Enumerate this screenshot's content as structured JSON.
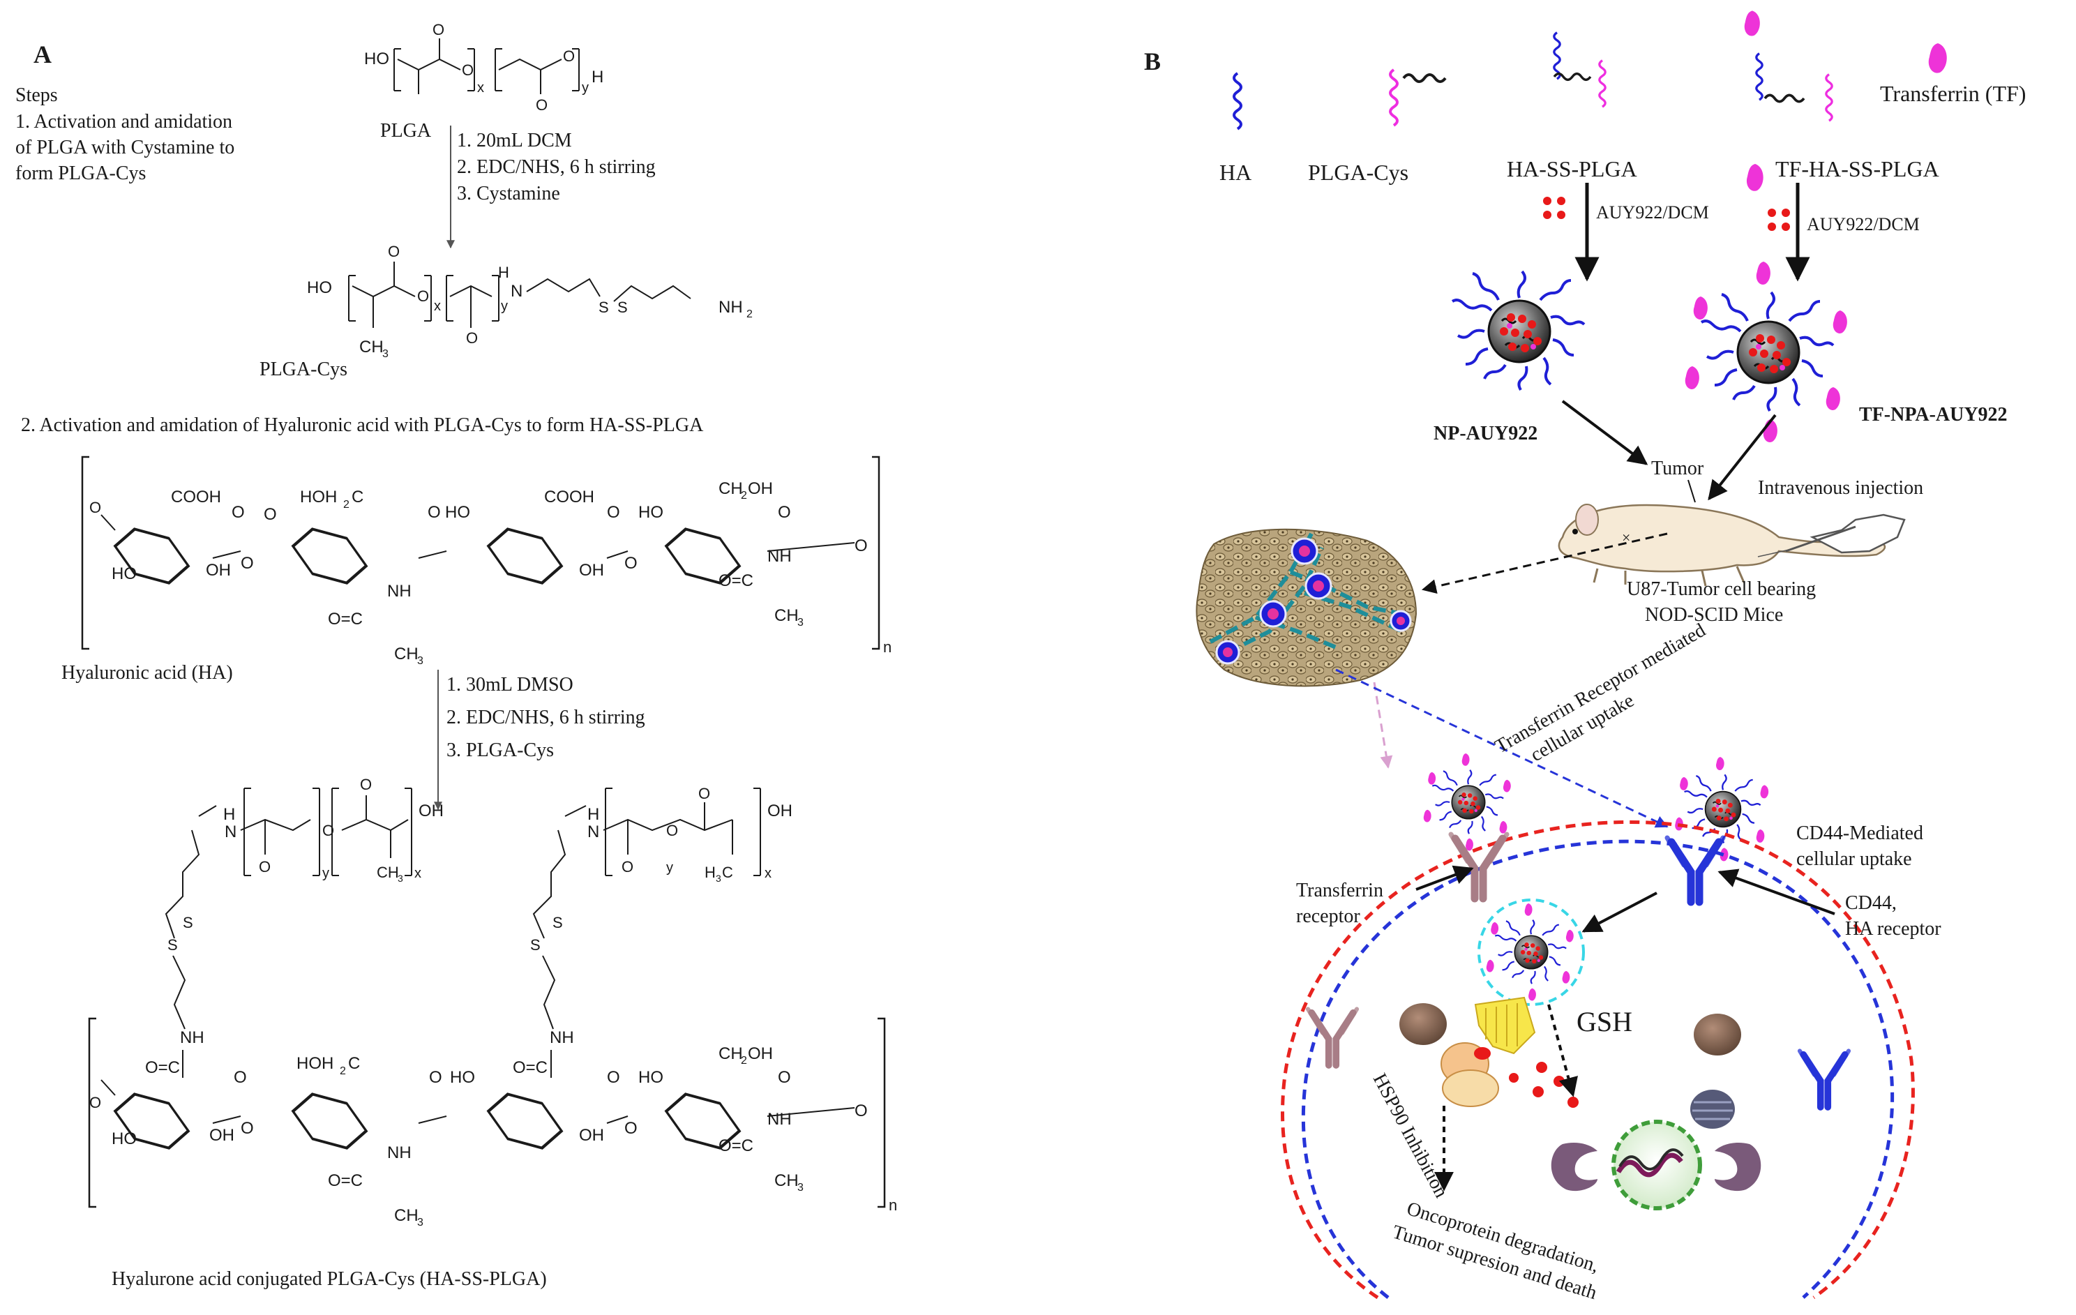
{
  "panel_a": {
    "label": "A",
    "steps_heading": "Steps",
    "step1_lines": [
      "1. Activation and amidation",
      "of PLGA with Cystamine to",
      " form PLGA-Cys"
    ],
    "plga_label": "PLGA",
    "reaction1": [
      "1. 20mL DCM",
      "2. EDC/NHS, 6 h stirring",
      "3. Cystamine"
    ],
    "plga_cys_label": "PLGA-Cys",
    "step2_text": "2. Activation and amidation of Hyaluronic acid with PLGA-Cys to form HA-SS-PLGA",
    "ha_label": "Hyaluronic acid (HA)",
    "reaction2": [
      "1. 30mL DMSO",
      "2. EDC/NHS, 6 h stirring",
      "3. PLGA-Cys"
    ],
    "product_label": "Hyalurone acid conjugated PLGA-Cys (HA-SS-PLGA)",
    "chem": {
      "ho": "HO",
      "oh": "OH",
      "o": "O",
      "x": "x",
      "y": "y",
      "h": "H",
      "n": "n",
      "nh": "NH",
      "n_atom": "N",
      "s": "S",
      "nh2": "NH",
      "sub2": "2",
      "ch3": "CH",
      "sub3": "3",
      "cooh": "COOH",
      "hoh2c": "HOH",
      "c": "C",
      "ch2oh": "CH",
      "sub2oh": "2",
      "ohtail": "OH",
      "oc": "O=C",
      "h3c": "H",
      "c3": "C"
    }
  },
  "panel_b": {
    "label": "B",
    "legend": [
      "HA",
      "PLGA-Cys",
      "HA-SS-PLGA",
      "TF-HA-SS-PLGA",
      "Transferrin (TF)"
    ],
    "drug_label": "AUY922/DCM",
    "np1_label": "NP-AUY922",
    "np2_label": "TF-NPA-AUY922",
    "tumor": "Tumor",
    "injection": "Intravenous injection",
    "mouse_caption": [
      "U87-Tumor cell bearing",
      "NOD-SCID Mice"
    ],
    "tf_uptake": [
      "Transferrin Receptor mediated",
      "cellular uptake"
    ],
    "cd44_uptake": [
      "CD44-Mediated",
      "cellular uptake"
    ],
    "tf_receptor": [
      "Transferrin",
      "receptor"
    ],
    "cd44_receptor": [
      "CD44,",
      "HA receptor"
    ],
    "gsh": "GSH",
    "hsp90": "HSP90 Inhibition",
    "outcome": [
      "Oncoprotein degradation,",
      "Tumor supresion and death"
    ]
  },
  "colors": {
    "ha_blue": "#1f1fd6",
    "plga_magenta": "#ee2ee0",
    "drug_red": "#e81919",
    "tf_pink": "#ee33d8",
    "membrane_red": "#e8231f",
    "membrane_blue": "#2634d8",
    "vessel_teal": "#1f8e9a"
  }
}
